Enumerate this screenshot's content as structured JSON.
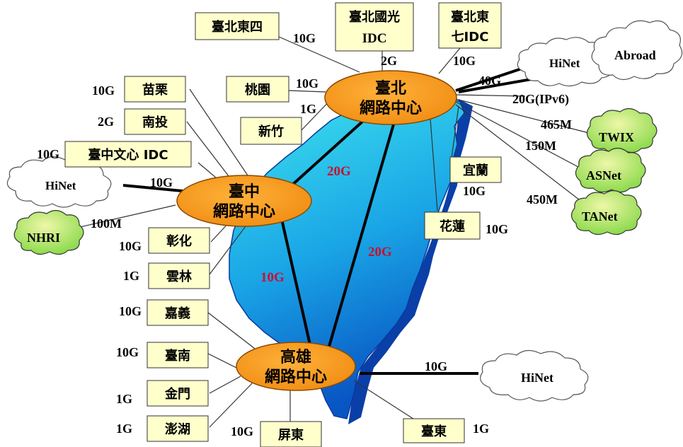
{
  "colors": {
    "island_top": "#3ee3ee",
    "island_bottom": "#0a6fd0",
    "hub_fill": "#f7931e",
    "site_box": "#ffffcc",
    "cloud_green": "#99e04c",
    "backbone_label": "#c8102e"
  },
  "hubs": {
    "taipei": {
      "line1": "臺北",
      "line2": "網路中心"
    },
    "taichung": {
      "line1": "臺中",
      "line2": "網路中心"
    },
    "kaohsiung": {
      "line1": "高雄",
      "line2": "網路中心"
    }
  },
  "backbone": {
    "tp_tc": "20G",
    "tp_ks": "20G",
    "tc_ks": "10G"
  },
  "sites": {
    "taipei_east4": "臺北東四",
    "taipei_guoguang_1": "臺北國光",
    "taipei_guoguang_2": "IDC",
    "taipei_east7_1": "臺北東",
    "taipei_east7_2": "七IDC",
    "taoyuan": "桃園",
    "hsinchu": "新竹",
    "miaoli": "苗栗",
    "nantou": "南投",
    "taichung_idc": "臺中文心 IDC",
    "changhua": "彰化",
    "yunlin": "雲林",
    "chiayi": "嘉義",
    "tainan": "臺南",
    "kinmen": "金門",
    "penghu": "澎湖",
    "pingtung": "屏東",
    "taitung": "臺東",
    "yilan": "宜蘭",
    "hualien": "花蓮"
  },
  "speeds": {
    "taipei_east4": "10G",
    "guoguang": "2G",
    "east7": "10G",
    "taoyuan": "10G",
    "hsinchu": "1G",
    "miaoli": "10G",
    "nantou": "2G",
    "taichung_idc": "10G",
    "tc_hinet": "10G",
    "nhri": "100M",
    "changhua": "10G",
    "yunlin": "1G",
    "chiayi": "10G",
    "tainan": "10G",
    "kinmen": "1G",
    "penghu": "1G",
    "pingtung": "10G",
    "taitung": "1G",
    "yilan": "10G",
    "hualien": "10G",
    "abroad": "40G",
    "ipv6": "20G(IPv6)",
    "twix": "465M",
    "asnet": "150M",
    "tanet": "450M",
    "ks_hinet": "10G"
  },
  "clouds": {
    "hinet_north": "HiNet",
    "abroad": "Abroad",
    "twix": "TWIX",
    "asnet": "ASNet",
    "tanet": "TANet",
    "hinet_central": "HiNet",
    "nhri": "NHRI",
    "hinet_south": "HiNet"
  }
}
